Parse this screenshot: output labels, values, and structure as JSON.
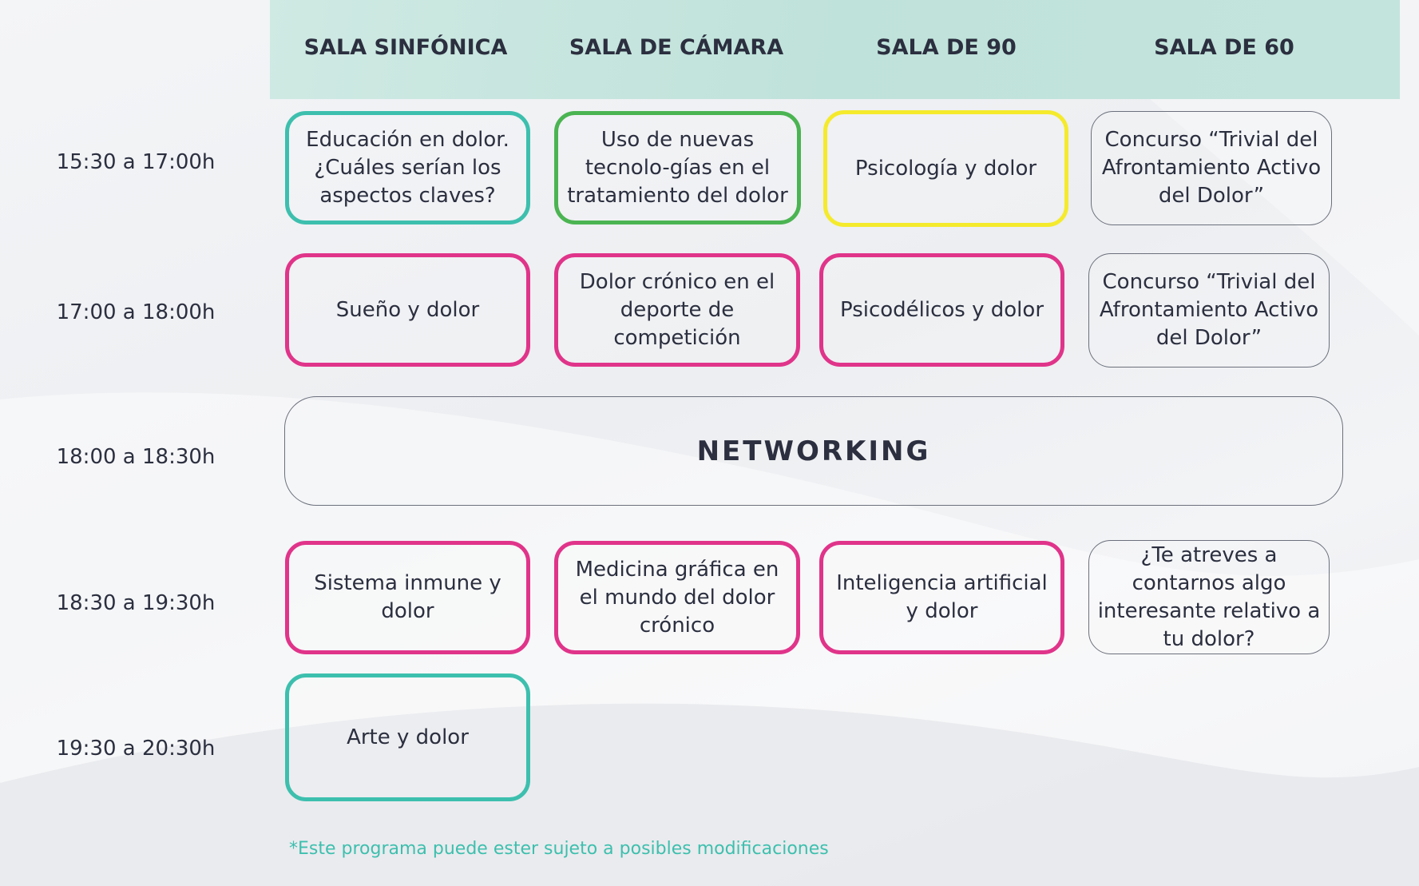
{
  "colors": {
    "teal": "#3dbfae",
    "green": "#4bb452",
    "yellow": "#f5ea2c",
    "pink": "#e0348a",
    "grey": "#6c707c",
    "header": "#c3e4dc",
    "text": "#2b2f3f"
  },
  "rooms": [
    "SALA SINFÓNICA",
    "SALA DE CÁMARA",
    "SALA DE 90",
    "SALA DE 60"
  ],
  "times": [
    "15:30 a 17:00h",
    "17:00 a 18:00h",
    "18:00 a 18:30h",
    "18:30 a 19:30h",
    "19:30 a 20:30h"
  ],
  "sessions": {
    "r1": [
      "Educación en dolor. ¿Cuáles serían los aspectos claves?",
      "Uso de nuevas tecnolo-gías en el tratamiento del dolor",
      "Psicología y dolor",
      "Concurso “Trivial del Afrontamiento Activo del Dolor”"
    ],
    "r2": [
      "Sueño y dolor",
      "Dolor crónico en el deporte de competición",
      "Psicodélicos y dolor",
      "Concurso “Trivial del Afrontamiento Activo del Dolor”"
    ],
    "networking": "NETWORKING",
    "r4": [
      "Sistema inmune y dolor",
      "Medicina gráfica en el mundo del dolor crónico",
      "Inteligencia artificial y dolor",
      "¿Te atreves a contarnos algo interesante relativo a tu dolor?"
    ],
    "r5": [
      "Arte y dolor"
    ]
  },
  "footnote": "*Este programa puede ester sujeto a posibles modificaciones"
}
